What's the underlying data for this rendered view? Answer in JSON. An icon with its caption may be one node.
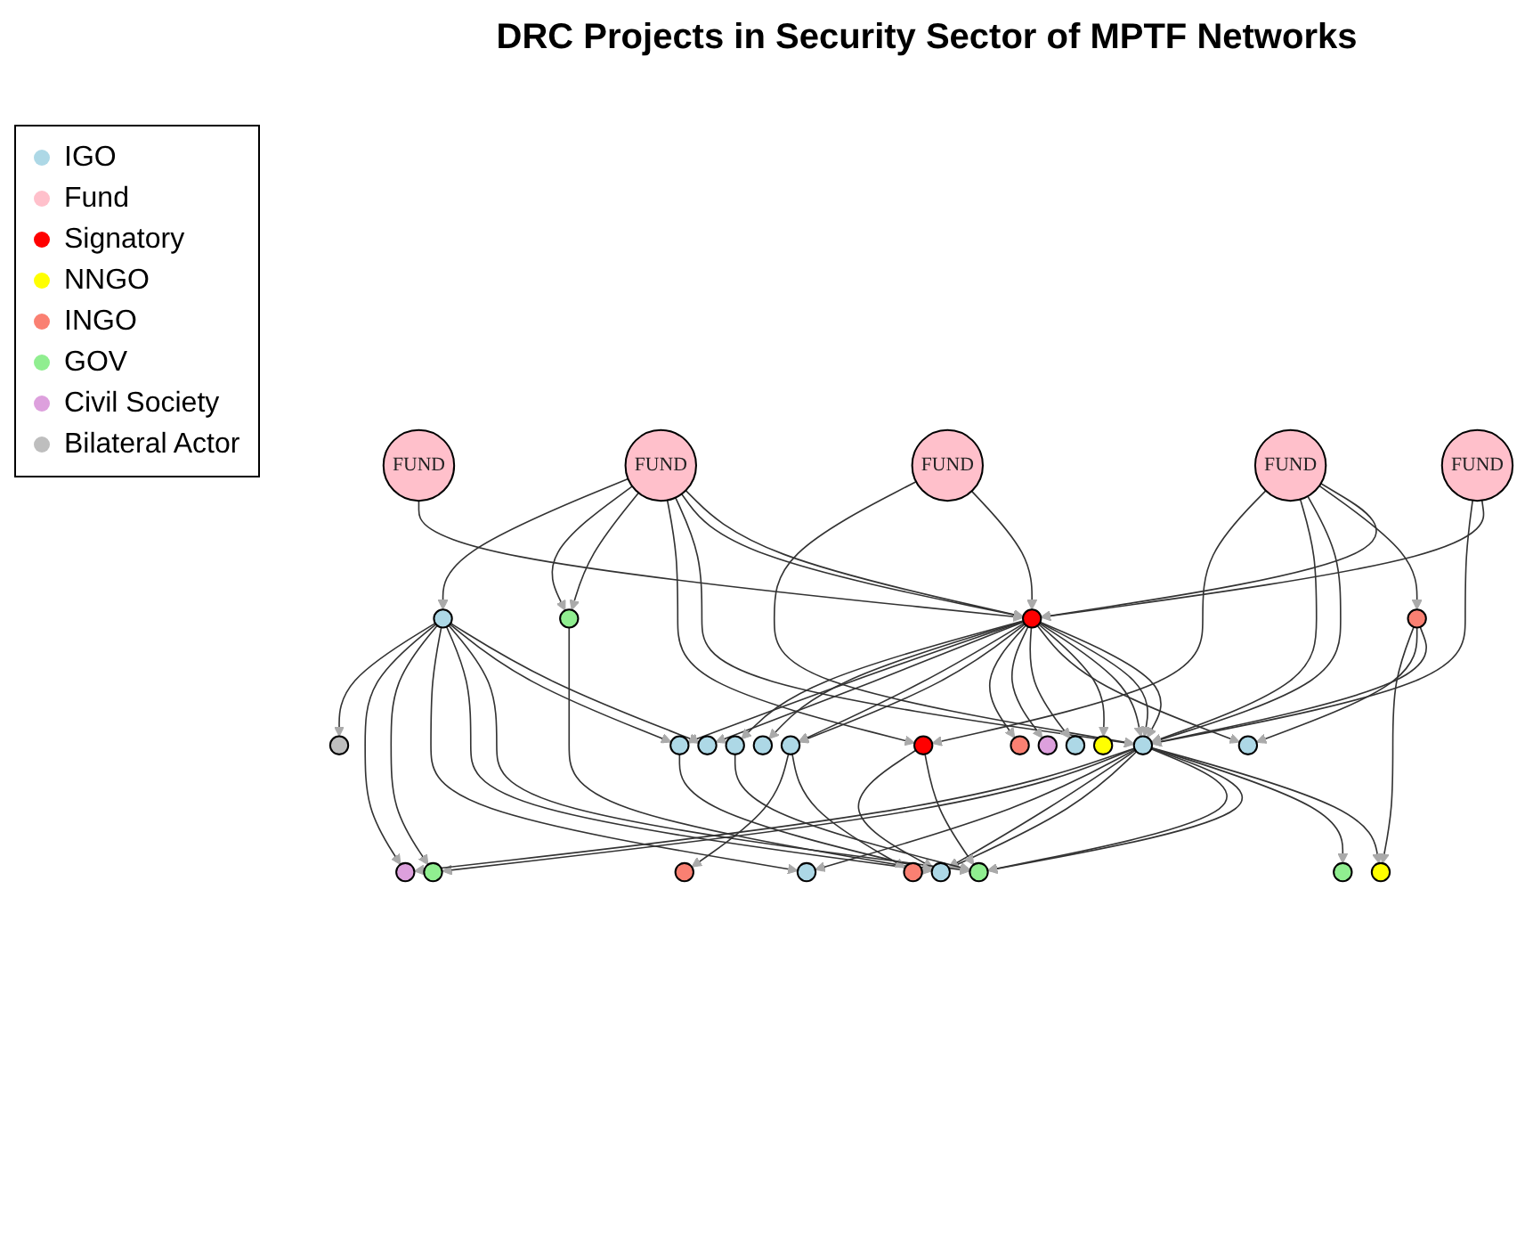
{
  "diagram": {
    "title": "DRC Projects in Security Sector of MPTF Networks",
    "nodes": [
      {
        "text": [
          "FUND"
        ]
      },
      {
        "text": [
          "FUND"
        ]
      },
      {
        "text": [
          "FUND"
        ]
      },
      {
        "text": [
          "FUND"
        ]
      },
      {
        "text": [
          "FUND"
        ]
      },
      {
        "text": [],
        "shape": "circle"
      },
      {
        "text": [],
        "shape": "circle"
      },
      {
        "text": [],
        "shape": "circle"
      },
      {
        "text": [],
        "shape": "circle"
      },
      {
        "text": [],
        "shape": "circle"
      },
      {
        "text": [],
        "shape": "circle"
      },
      {
        "text": [],
        "shape": "circle"
      },
      {
        "text": [],
        "shape": "circle"
      },
      {
        "text": [],
        "shape": "circle"
      },
      {
        "text": [],
        "shape": "circle"
      },
      {
        "text": [],
        "shape": "circle"
      },
      {
        "text": [],
        "shape": "circle"
      },
      {
        "text": [],
        "shape": "circle"
      },
      {
        "text": [],
        "shape": "circle"
      },
      {
        "text": [],
        "shape": "circle"
      },
      {
        "text": [],
        "shape": "circle"
      },
      {
        "text": [],
        "shape": "circle"
      },
      {
        "text": [],
        "shape": "circle"
      },
      {
        "text": [],
        "shape": "circle"
      },
      {
        "text": [],
        "shape": "circle"
      },
      {
        "text": [],
        "shape": "circle"
      },
      {
        "text": [],
        "shape": "circle"
      },
      {
        "text": [],
        "shape": "circle"
      },
      {
        "text": [],
        "shape": "circle"
      },
      {
        "text": [],
        "shape": "circle"
      },
      {
        "text": [],
        "shape": "circle"
      }
    ],
    "edges": [
      {
        "from": 0,
        "to": 5,
        "arrow": "to"
      },
      {
        "from": 1,
        "to": 5,
        "arrow": "to"
      },
      {
        "from": 1,
        "to": 6,
        "arrow": "to"
      },
      {
        "from": 1,
        "to": 7,
        "arrow": "to"
      },
      {
        "from": 1,
        "to": 7,
        "arrow": "to"
      },
      {
        "from": 1,
        "to": 8,
        "arrow": "to"
      },
      {
        "from": 2,
        "to": 5,
        "arrow": "to"
      },
      {
        "from": 2,
        "to": 7,
        "arrow": "to"
      },
      {
        "from": 3,
        "to": 5,
        "arrow": "to"
      },
      {
        "from": 3,
        "to": 7,
        "arrow": "to"
      },
      {
        "from": 4,
        "to": 5,
        "arrow": "to"
      },
      {
        "from": 4,
        "to": 5,
        "arrow": "to"
      },
      {
        "from": 4,
        "to": 7,
        "arrow": "to"
      },
      {
        "from": 4,
        "to": 8,
        "arrow": "to"
      },
      {
        "from": 4,
        "to": 9,
        "arrow": "to"
      },
      {
        "from": 4,
        "to": 9,
        "arrow": "to"
      },
      {
        "from": 4,
        "to": 10,
        "arrow": "to"
      },
      {
        "from": 5,
        "to": 7,
        "arrow": "to"
      },
      {
        "from": 5,
        "to": 7,
        "arrow": "to"
      },
      {
        "from": 5,
        "to": 7,
        "arrow": "to"
      },
      {
        "from": 5,
        "to": 11,
        "arrow": "to"
      },
      {
        "from": 5,
        "to": 12,
        "arrow": "to"
      },
      {
        "from": 5,
        "to": 13,
        "arrow": "to"
      },
      {
        "from": 5,
        "to": 14,
        "arrow": "to"
      },
      {
        "from": 5,
        "to": 15,
        "arrow": "to"
      },
      {
        "from": 5,
        "to": 16,
        "arrow": "to"
      },
      {
        "from": 5,
        "to": 16,
        "arrow": "to"
      },
      {
        "from": 5,
        "to": 17,
        "arrow": "to"
      },
      {
        "from": 5,
        "to": 18,
        "arrow": "to"
      },
      {
        "from": 5,
        "to": 19,
        "arrow": "to"
      },
      {
        "from": 5,
        "to": 20,
        "arrow": "to"
      },
      {
        "from": 6,
        "to": 7,
        "arrow": "to"
      },
      {
        "from": 6,
        "to": 12,
        "arrow": "to"
      },
      {
        "from": 6,
        "to": 21,
        "arrow": "to"
      },
      {
        "from": 7,
        "to": 21,
        "arrow": "to"
      },
      {
        "from": 7,
        "to": 22,
        "arrow": "to"
      },
      {
        "from": 7,
        "to": 23,
        "arrow": "to"
      },
      {
        "from": 7,
        "to": 23,
        "arrow": "to"
      },
      {
        "from": 7,
        "to": 24,
        "arrow": "to"
      },
      {
        "from": 7,
        "to": 24,
        "arrow": "to"
      },
      {
        "from": 7,
        "to": 25,
        "arrow": "to"
      },
      {
        "from": 7,
        "to": 26,
        "arrow": "to"
      },
      {
        "from": 7,
        "to": 27,
        "arrow": "to"
      },
      {
        "from": 8,
        "to": 23,
        "arrow": "to"
      },
      {
        "from": 8,
        "to": 24,
        "arrow": "to"
      },
      {
        "from": 9,
        "to": 24,
        "arrow": "to"
      },
      {
        "from": 10,
        "to": 17,
        "arrow": "to"
      },
      {
        "from": 10,
        "to": 18,
        "arrow": "to"
      },
      {
        "from": 10,
        "to": 23,
        "arrow": "to"
      },
      {
        "from": 10,
        "to": 24,
        "arrow": "to"
      },
      {
        "from": 10,
        "to": 25,
        "arrow": "to"
      },
      {
        "from": 10,
        "to": 26,
        "arrow": "to"
      },
      {
        "from": 10,
        "to": 27,
        "arrow": "to"
      },
      {
        "from": 10,
        "to": 28,
        "arrow": "to"
      },
      {
        "from": 16,
        "to": 29,
        "arrow": "to"
      },
      {
        "from": 16,
        "to": 30,
        "arrow": "to"
      },
      {
        "from": 18,
        "to": 24,
        "arrow": "to"
      },
      {
        "from": 20,
        "to": 23,
        "arrow": "to"
      }
    ],
    "legend": [
      {
        "text": "IGO",
        "color": "#add8e6"
      },
      {
        "text": "Fund",
        "color": "#ffc0cb"
      },
      {
        "text": "Signatory",
        "color": "#ff0000"
      },
      {
        "text": "NNGO",
        "color": "#ffff00"
      },
      {
        "text": "INGO",
        "color": "#fa8072"
      },
      {
        "text": "GOV",
        "color": "#90ee90"
      },
      {
        "text": "Civil Society",
        "color": "#dda0dd"
      },
      {
        "text": "Bilateral Actor",
        "color": "#bebebe"
      }
    ]
  }
}
